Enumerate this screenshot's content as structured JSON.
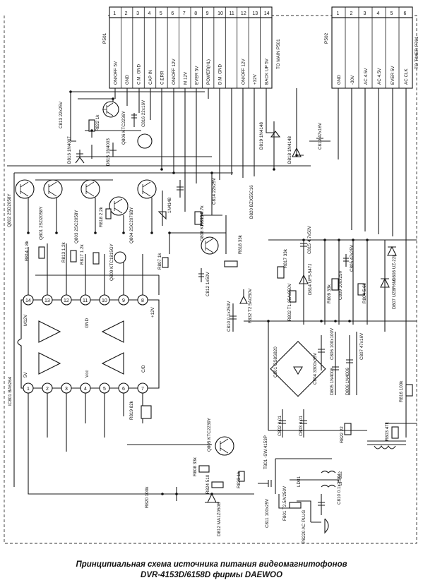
{
  "connector_p501": {
    "ref": "P501",
    "pins": [
      {
        "num": "1",
        "name": "ON/OFF 5V"
      },
      {
        "num": "2",
        "name": "GND"
      },
      {
        "num": "3",
        "name": "C.M. GND"
      },
      {
        "num": "4",
        "name": "CAP IN"
      },
      {
        "num": "5",
        "name": "C.ERR"
      },
      {
        "num": "6",
        "name": "ON/OFF 12V"
      },
      {
        "num": "7",
        "name": "M 12V"
      },
      {
        "num": "8",
        "name": "EVER 5V"
      },
      {
        "num": "9",
        "name": "POWER(HL)"
      },
      {
        "num": "10",
        "name": "D.M. GND"
      },
      {
        "num": "11",
        "name": ""
      },
      {
        "num": "12",
        "name": "ON/OFF 12V"
      },
      {
        "num": "13",
        "name": "+32V"
      },
      {
        "num": "14",
        "name": "BACK UP 5V"
      }
    ],
    "to_main": "TO MAIN P501"
  },
  "connector_p502": {
    "ref": "P502",
    "pins": [
      {
        "num": "1",
        "name": "GND"
      },
      {
        "num": "2",
        "name": "-30V"
      },
      {
        "num": "3",
        "name": "AC 4.5V"
      },
      {
        "num": "4",
        "name": "AC 4.5V"
      },
      {
        "num": "5",
        "name": "EVER 5V"
      },
      {
        "num": "6",
        "name": "AC CLK"
      }
    ],
    "to_timer": "TO TIMER P701"
  },
  "components": {
    "c813": "C813 22x25V",
    "r822": "R822 1k",
    "q806": "Q806 KTC2236Y",
    "c816": "C816 22x16V",
    "d816": "D816 1N4007",
    "d815": "D815 1N4003",
    "d819": "D819 1N4148",
    "c819": "C819 47x16V",
    "d818": "D818 1N4148",
    "q802": "Q802 2SD2058Y",
    "q801": "Q801 2SD2058Y",
    "q803": "Q803 2SC2058Y",
    "r818": "R818 2.2k",
    "q804": "Q804 2SC2076BY",
    "d_in": "1N4148",
    "c814": "C814 22x25V",
    "d820": "D820 BZX55C16",
    "r805": "R805 4.7k",
    "q808": "Q808 KRC104",
    "r818b": "R818 33k",
    "c815": "C815 4.7x50V",
    "c805": "C805 47x25V",
    "d808": "D808 UZ-22L",
    "r814": "R814 1.8k",
    "r813": "R813 1.2k",
    "r817": "R817 1.2k",
    "q809": "Q809 KTC1815GY",
    "r807": "R807 1k",
    "c812": "C812 1x50V",
    "r817b": "R817 33k",
    "d814": "D814 UF5-547J",
    "r802": "R802 T1.25A/250V",
    "r809": "R809 33k",
    "c809": "C809 100x25V",
    "f832": "F832 T2.5A/250V",
    "r804": "R804 5.6k",
    "d807": "D807 UZ8R6M",
    "ic801": "IC801 BA6264",
    "ic_m12v": "M12V",
    "ic_gnd": "GND",
    "ic_vcc": "Vcc",
    "ic_5v": "5V",
    "ic_cd": "C/D",
    "ic_12v": "+12V",
    "c801": "C801 CS8S820",
    "c804": "C804 3300x35V",
    "c806": "C806 100x100V",
    "d805": "D805 1N4006",
    "c807": "C807 47x16V",
    "d806": "D806 1N4006",
    "r819": "R819 82k",
    "c802": "C802 0.01",
    "c803": "C803 0.01",
    "r822b": "R822 22",
    "r803": "R803 47k",
    "r816": "R816 100k",
    "q805": "Q805 KTC2239Y",
    "r808": "R808 33k",
    "r824": "R824 510",
    "r823": "R823 1k",
    "r820": "R820 100k",
    "t801": "T801 -SW.4153P",
    "ld01": "LD01",
    "lf802": "LF-802",
    "c811": "C811 100x25V",
    "f801": "F801 T2.5A/250V",
    "c810": "C810 0.1x250V",
    "d812": "D812 MA1Z050B",
    "p8220": "P8220 AC PLUG"
  },
  "caption": {
    "line1": "Принципиальная схема источника питания видеомагнитофонов",
    "line2": "DVR-4153D/6158D фирмы DAEWOO"
  }
}
